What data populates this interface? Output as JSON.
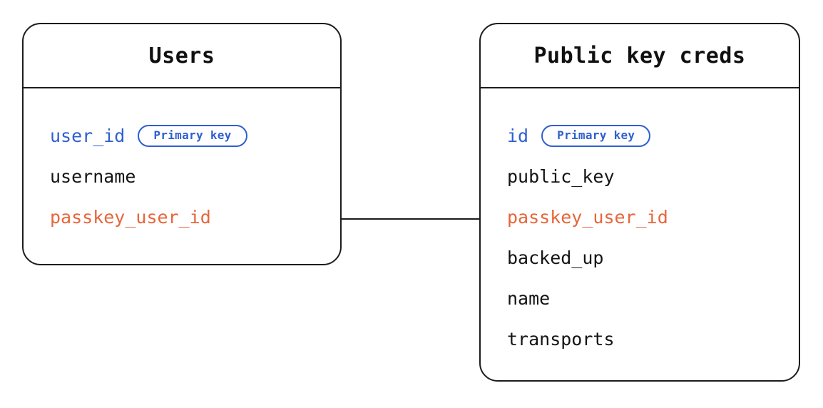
{
  "diagram": {
    "type": "entity-relationship-diagram",
    "background_color": "#ffffff",
    "colors": {
      "border": "#1c1c1c",
      "text": "#141414",
      "primary_key": "#2f5fd0",
      "foreign_key": "#e8653a",
      "connector": "#1c1c1c"
    },
    "badge_label": "Primary key",
    "entities": [
      {
        "id": "users",
        "title": "Users",
        "fields": [
          {
            "name": "user_id",
            "role": "key",
            "badge": "Primary key"
          },
          {
            "name": "username",
            "role": "plain",
            "badge": null
          },
          {
            "name": "passkey_user_id",
            "role": "fk",
            "badge": null
          }
        ]
      },
      {
        "id": "public-key-creds",
        "title": "Public key creds",
        "fields": [
          {
            "name": "id",
            "role": "key",
            "badge": "Primary key"
          },
          {
            "name": "public_key",
            "role": "plain",
            "badge": null
          },
          {
            "name": "passkey_user_id",
            "role": "fk",
            "badge": null
          },
          {
            "name": "backed_up",
            "role": "plain",
            "badge": null
          },
          {
            "name": "name",
            "role": "plain",
            "badge": null
          },
          {
            "name": "transports",
            "role": "plain",
            "badge": null
          }
        ]
      }
    ],
    "relationships": [
      {
        "id": "users-to-public-key-creds",
        "from_entity": "users",
        "from_field": "passkey_user_id",
        "to_entity": "public-key-creds",
        "to_field": "passkey_user_id",
        "style": "solid-line"
      }
    ]
  }
}
